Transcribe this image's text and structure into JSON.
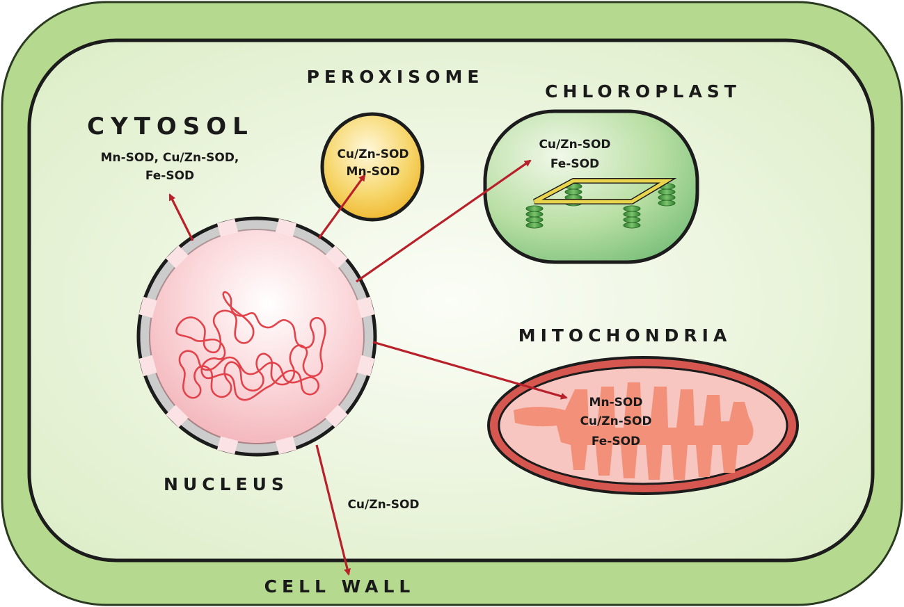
{
  "compartments": {
    "cytosol": {
      "title": "CYTOSOL",
      "lines": [
        "Mn-SOD, Cu/Zn-SOD,",
        "Fe-SOD"
      ]
    },
    "peroxisome": {
      "title": "PEROXISOME",
      "lines": [
        "Cu/Zn-SOD",
        "Mn-SOD"
      ]
    },
    "chloroplast": {
      "title": "CHLOROPLAST",
      "lines": [
        "Cu/Zn-SOD",
        "Fe-SOD"
      ]
    },
    "mitochondria": {
      "title": "MITOCHONDRIA",
      "lines": [
        "Mn-SOD",
        "Cu/Zn-SOD",
        "Fe-SOD"
      ]
    },
    "nucleus": {
      "title": "NUCLEUS"
    },
    "cell_wall": {
      "title": "CELL WALL",
      "lines": [
        "Cu/Zn-SOD"
      ]
    }
  },
  "colors": {
    "cell_wall_fill": "#b5da8f",
    "cytoplasm_fill": "#eaf4dc",
    "outline": "#1c1c1c",
    "arrow": "#b8202a",
    "peroxisome_fill": "#f1c232",
    "chloroplast_fill": "#9fd08b",
    "thylakoid": "#3d9a3a",
    "stroma_lamella": "#e8d44d",
    "mitochondria_outer": "#d5574f",
    "mitochondria_inner": "#f7c6c0",
    "cristae": "#f2907a",
    "nucleus_fill": "#f8cfd2",
    "chromatin": "#e2434b",
    "nuclear_envelope_gray": "#cccccc"
  }
}
